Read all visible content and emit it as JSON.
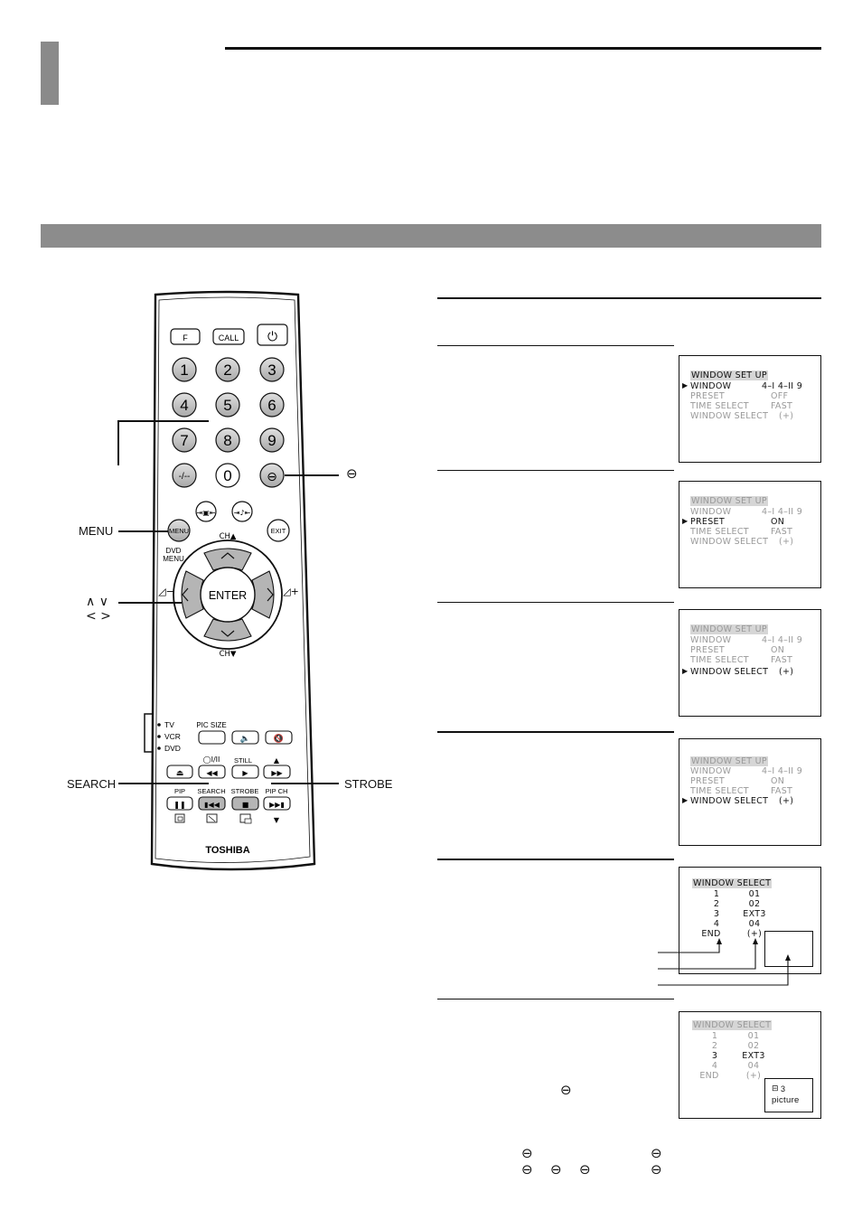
{
  "remote": {
    "brand": "TOSHIBA",
    "keys": {
      "f": "F",
      "call": "CALL",
      "power": "⏻",
      "n1": "1",
      "n2": "2",
      "n3": "3",
      "n4": "4",
      "n5": "5",
      "n6": "6",
      "n7": "7",
      "n8": "8",
      "n9": "9",
      "dash": "-/--",
      "n0": "0",
      "input": "⊖",
      "pip_freeze": "⇥▣⇤",
      "pip_swap": "⇥♪⇤",
      "menu": "MENU",
      "exit": "EXIT",
      "dvd_menu": "DVD\nMENU",
      "ch_up": "CH▲",
      "ch_down": "CH▼",
      "enter": "ENTER",
      "vol_minus": "◿−",
      "vol_plus": "◿+",
      "mode_tv": "TV",
      "mode_vcr": "VCR",
      "mode_dvd": "DVD",
      "pic_size": "PIC SIZE",
      "still": "STILL",
      "stereo": "◯I/II",
      "up_tri": "▲",
      "down_tri": "▼",
      "pip": "PIP",
      "search": "SEARCH",
      "strobe": "STROBE",
      "pip_ch": "PIP CH"
    }
  },
  "callouts": {
    "menu": "MENU",
    "arrows_top": "∧ ∨",
    "arrows_bottom": "< >",
    "search": "SEARCH",
    "strobe": "STROBE",
    "input_icon": "⊖"
  },
  "screens": {
    "s1": {
      "title": "WINDOW SET UP",
      "window_label": "WINDOW",
      "window_value": "4–I 4–II 9",
      "preset_label": "PRESET",
      "preset_off": "OFF",
      "preset_on": "ON",
      "time_label": "TIME SELECT",
      "time_value": "FAST",
      "wsel_label": "WINDOW SELECT",
      "wsel_value": "(+)"
    },
    "ws": {
      "title": "WINDOW SELECT",
      "rows": [
        {
          "n": "1",
          "v": "01"
        },
        {
          "n": "2",
          "v": "02"
        },
        {
          "n": "3",
          "v": "EXT3"
        },
        {
          "n": "4",
          "v": "04"
        },
        {
          "n": "END",
          "v": "(+)"
        }
      ],
      "picture_label": "picture",
      "picture_num": "3"
    },
    "cursor": "▶"
  },
  "bottom_icons": {
    "a": "⊖",
    "b": "⊖",
    "c": "⊖",
    "d": "⊖",
    "e": "⊖",
    "f": "⊖"
  }
}
